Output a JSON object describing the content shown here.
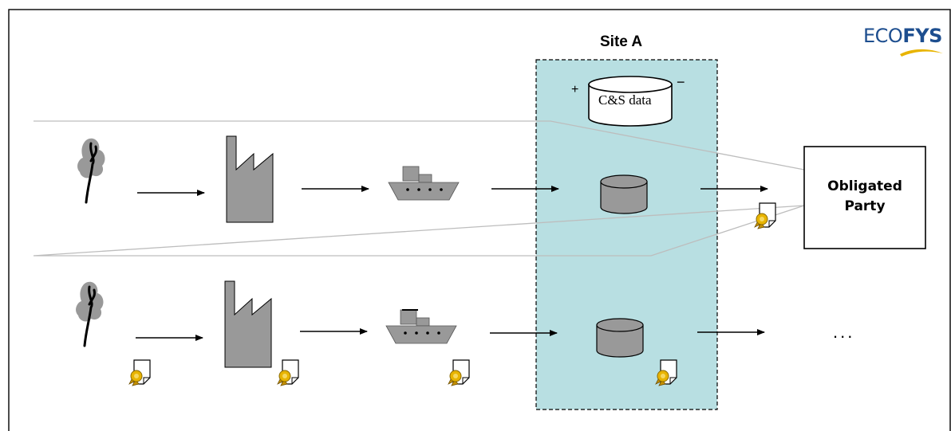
{
  "logo": {
    "prefix": "ECO",
    "suffix": "FYS"
  },
  "site_label": "Site A",
  "database": {
    "label": "C&S data",
    "plus": "+",
    "minus": "−"
  },
  "obligated_party": {
    "line1": "Obligated",
    "line2": "Party"
  },
  "continuation": "...",
  "colors": {
    "site_fill": "#b8dfe2",
    "shape_fill": "#999999",
    "logo_blue": "#1d4e8f",
    "logo_yellow": "#e8b400",
    "certificate_seal": "#e8b400"
  }
}
